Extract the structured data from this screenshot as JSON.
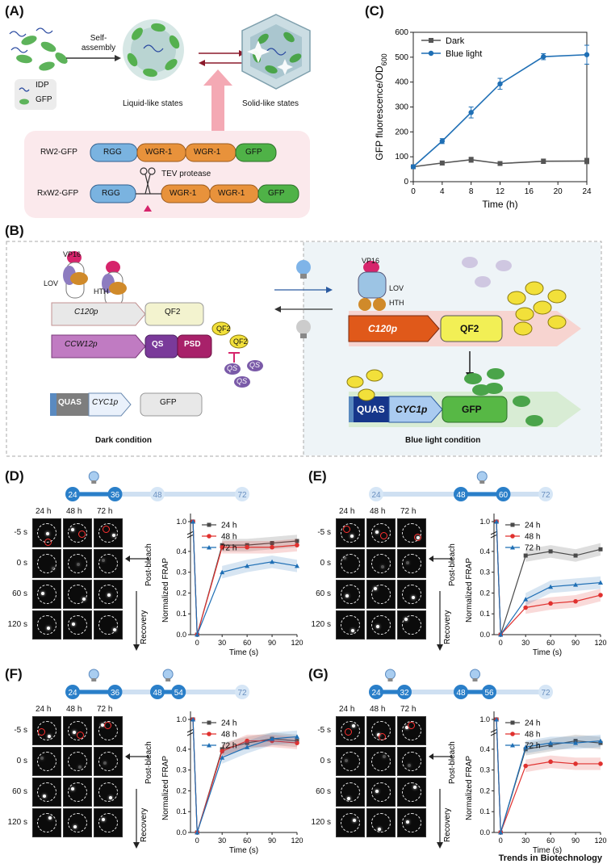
{
  "panel_letters": {
    "A": "(A)",
    "B": "(B)",
    "C": "(C)",
    "D": "(D)",
    "E": "(E)",
    "F": "(F)",
    "G": "(G)"
  },
  "panel_a": {
    "self_assembly": "Self-\nassembly",
    "legend_idp": "IDP",
    "legend_gfp": "GFP",
    "liquid": "Liquid-like states",
    "solid": "Solid-like states",
    "rw2_label": "RW2-GFP",
    "rxw2_label": "RxW2-GFP",
    "rgg": "RGG",
    "wgr1": "WGR-1",
    "gfp": "GFP",
    "tev": "TEV protease",
    "colors": {
      "rgg": "#7ab3e0",
      "wgr": "#e8923b",
      "gfp": "#4fb247",
      "pink_bg": "#fbe9ec"
    }
  },
  "panel_b": {
    "vp16": "VP16",
    "lov": "LOV",
    "hth": "HTH",
    "c120p": "C120p",
    "qf2": "QF2",
    "ccw12p": "CCW12p",
    "qs": "QS",
    "psd": "PSD",
    "quas": "QUAS",
    "cyc1p": "CYC1p",
    "gfp": "GFP",
    "dark": "Dark condition",
    "blue": "Blue light condition"
  },
  "frap_common": {
    "times": [
      "24 h",
      "48 h",
      "72 h"
    ],
    "rows": [
      "-5 s",
      "0 s",
      "60 s",
      "120 s"
    ],
    "post_bleach": "Post-bleach",
    "recovery": "Recovery"
  },
  "timelines": {
    "D": [
      "24",
      "36",
      "48",
      "72"
    ],
    "E": [
      "24",
      "48",
      "60",
      "72"
    ],
    "F": [
      "24",
      "36",
      "48",
      "54",
      "72"
    ],
    "G": [
      "24",
      "32",
      "48",
      "56",
      "72"
    ]
  },
  "chart_data": [
    {
      "panel": "C",
      "type": "line",
      "xlabel": "Time (h)",
      "ylabel": "GFP fluorescence/OD600",
      "xlim": [
        0,
        24
      ],
      "ylim": [
        0,
        600
      ],
      "xticks": [
        0,
        4,
        8,
        12,
        16,
        20,
        24
      ],
      "yticks": [
        0,
        100,
        200,
        300,
        400,
        500,
        600
      ],
      "legend": "top-left",
      "series": [
        {
          "name": "Dark",
          "color": "#555555",
          "marker": "square",
          "x": [
            0,
            4,
            8,
            12,
            18,
            24
          ],
          "y": [
            60,
            75,
            88,
            73,
            82,
            83
          ],
          "err": [
            6,
            8,
            10,
            6,
            9,
            11
          ]
        },
        {
          "name": "Blue light",
          "color": "#1f6fb5",
          "marker": "circle",
          "x": [
            0,
            4,
            8,
            12,
            18,
            24
          ],
          "y": [
            60,
            163,
            278,
            393,
            502,
            510
          ],
          "err": [
            6,
            10,
            22,
            22,
            12,
            38
          ]
        }
      ]
    },
    {
      "panel": "D",
      "type": "line",
      "xlabel": "Time (s)",
      "ylabel": "Normalized FRAP",
      "xticks": [
        0,
        30,
        60,
        90,
        120
      ],
      "yticks": [
        0,
        0.1,
        0.2,
        0.3,
        0.4,
        1.0
      ],
      "series": [
        {
          "name": "24 h",
          "color": "#4a4a4a",
          "marker": "square",
          "x": [
            -5,
            0,
            30,
            60,
            90,
            120
          ],
          "y": [
            1,
            0,
            0.43,
            0.43,
            0.44,
            0.45
          ]
        },
        {
          "name": "48 h",
          "color": "#e0312f",
          "marker": "circle",
          "x": [
            -5,
            0,
            30,
            60,
            90,
            120
          ],
          "y": [
            1,
            0,
            0.42,
            0.42,
            0.42,
            0.43
          ]
        },
        {
          "name": "72 h",
          "color": "#1f6fb5",
          "marker": "triangle",
          "x": [
            -5,
            0,
            30,
            60,
            90,
            120
          ],
          "y": [
            1,
            0,
            0.3,
            0.33,
            0.35,
            0.33
          ]
        }
      ]
    },
    {
      "panel": "E",
      "type": "line",
      "xlabel": "Time (s)",
      "ylabel": "Normalized FRAP",
      "xticks": [
        0,
        30,
        60,
        90,
        120
      ],
      "yticks": [
        0,
        0.1,
        0.2,
        0.3,
        0.4,
        1.0
      ],
      "series": [
        {
          "name": "24 h",
          "color": "#4a4a4a",
          "marker": "square",
          "x": [
            -5,
            0,
            30,
            60,
            90,
            120
          ],
          "y": [
            1,
            0,
            0.38,
            0.4,
            0.38,
            0.41
          ]
        },
        {
          "name": "48 h",
          "color": "#e0312f",
          "marker": "circle",
          "x": [
            -5,
            0,
            30,
            60,
            90,
            120
          ],
          "y": [
            1,
            0,
            0.13,
            0.15,
            0.16,
            0.19
          ]
        },
        {
          "name": "72 h",
          "color": "#1f6fb5",
          "marker": "triangle",
          "x": [
            -5,
            0,
            30,
            60,
            90,
            120
          ],
          "y": [
            1,
            0,
            0.17,
            0.23,
            0.24,
            0.25
          ]
        }
      ]
    },
    {
      "panel": "F",
      "type": "line",
      "xlabel": "Time (s)",
      "ylabel": "Normalized FRAP",
      "xticks": [
        0,
        30,
        60,
        90,
        120
      ],
      "yticks": [
        0,
        0.1,
        0.2,
        0.3,
        0.4,
        1.0
      ],
      "series": [
        {
          "name": "24 h",
          "color": "#4a4a4a",
          "marker": "square",
          "x": [
            -5,
            0,
            30,
            60,
            90,
            120
          ],
          "y": [
            1,
            0,
            0.4,
            0.43,
            0.45,
            0.44
          ]
        },
        {
          "name": "48 h",
          "color": "#e0312f",
          "marker": "circle",
          "x": [
            -5,
            0,
            30,
            60,
            90,
            120
          ],
          "y": [
            1,
            0,
            0.39,
            0.44,
            0.44,
            0.43
          ]
        },
        {
          "name": "72 h",
          "color": "#1f6fb5",
          "marker": "triangle",
          "x": [
            -5,
            0,
            30,
            60,
            90,
            120
          ],
          "y": [
            1,
            0,
            0.36,
            0.41,
            0.45,
            0.46
          ]
        }
      ]
    },
    {
      "panel": "G",
      "type": "line",
      "xlabel": "Time (s)",
      "ylabel": "Normalized FRAP",
      "xticks": [
        0,
        30,
        60,
        90,
        120
      ],
      "yticks": [
        0,
        0.1,
        0.2,
        0.3,
        0.4,
        1.0
      ],
      "series": [
        {
          "name": "24 h",
          "color": "#4a4a4a",
          "marker": "square",
          "x": [
            -5,
            0,
            30,
            60,
            90,
            120
          ],
          "y": [
            1,
            0,
            0.4,
            0.42,
            0.44,
            0.43
          ]
        },
        {
          "name": "48 h",
          "color": "#e0312f",
          "marker": "circle",
          "x": [
            -5,
            0,
            30,
            60,
            90,
            120
          ],
          "y": [
            1,
            0,
            0.32,
            0.34,
            0.33,
            0.33
          ]
        },
        {
          "name": "72 h",
          "color": "#1f6fb5",
          "marker": "triangle",
          "x": [
            -5,
            0,
            30,
            60,
            90,
            120
          ],
          "y": [
            1,
            0,
            0.41,
            0.43,
            0.43,
            0.44
          ]
        }
      ]
    }
  ],
  "credit": "Trends in Biotechnology"
}
